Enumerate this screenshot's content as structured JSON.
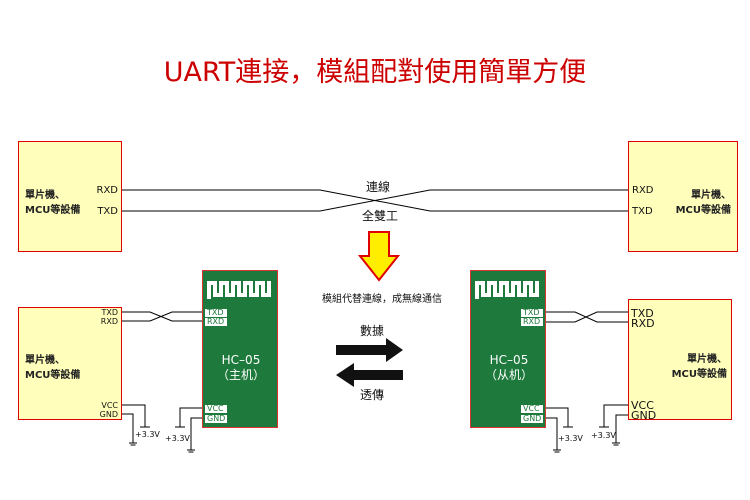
{
  "title": "UART連接，模組配對使用簡單方便",
  "mcu_label_line1": "單片機、",
  "mcu_label_line2": "MCU等設備",
  "pins": {
    "rxd": "RXD",
    "txd": "TXD",
    "vcc": "VCC",
    "gnd": "GND"
  },
  "power": "+3.3V",
  "wired": {
    "top": "連線",
    "bottom": "全雙工"
  },
  "wireless_caption": "模組代替連線，成無線通信",
  "data_label": "數據",
  "transparent_label": "透傳",
  "module_name": "HC–05",
  "master_label": "（主机）",
  "slave_label": "（从机）",
  "colors": {
    "title": "#cc0000",
    "module": "#1e7a3c",
    "box_fill": "#ffffbb",
    "box_border": "#e00000"
  }
}
